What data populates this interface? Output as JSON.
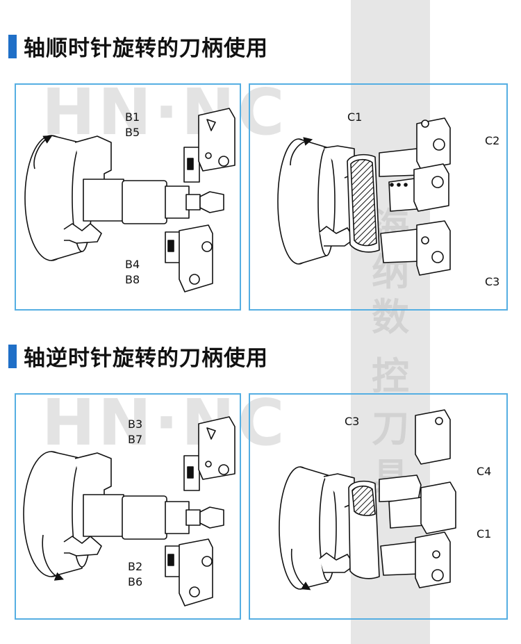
{
  "watermark": {
    "logo_text": "HN·NC",
    "vertical_text": [
      "海",
      "纳",
      "数",
      "控",
      "刀",
      "具"
    ]
  },
  "sections": [
    {
      "title": "轴顺时针旋转的刀柄使用",
      "left_panel": {
        "label_top": [
          "B1",
          "B5"
        ],
        "label_bottom": [
          "B4",
          "B8"
        ]
      },
      "right_panel": {
        "label_a": "C1",
        "label_b": "C2",
        "label_c": "C3"
      }
    },
    {
      "title": "轴逆时针旋转的刀柄使用",
      "left_panel": {
        "label_top": [
          "B3",
          "B7"
        ],
        "label_bottom": [
          "B2",
          "B6"
        ]
      },
      "right_panel": {
        "label_a": "C3",
        "label_b": "C4",
        "label_c": "C1"
      }
    }
  ],
  "colors": {
    "accent": "#1f6fc7",
    "panel_border": "#55aee2",
    "stripe": "#e6e6e6"
  }
}
